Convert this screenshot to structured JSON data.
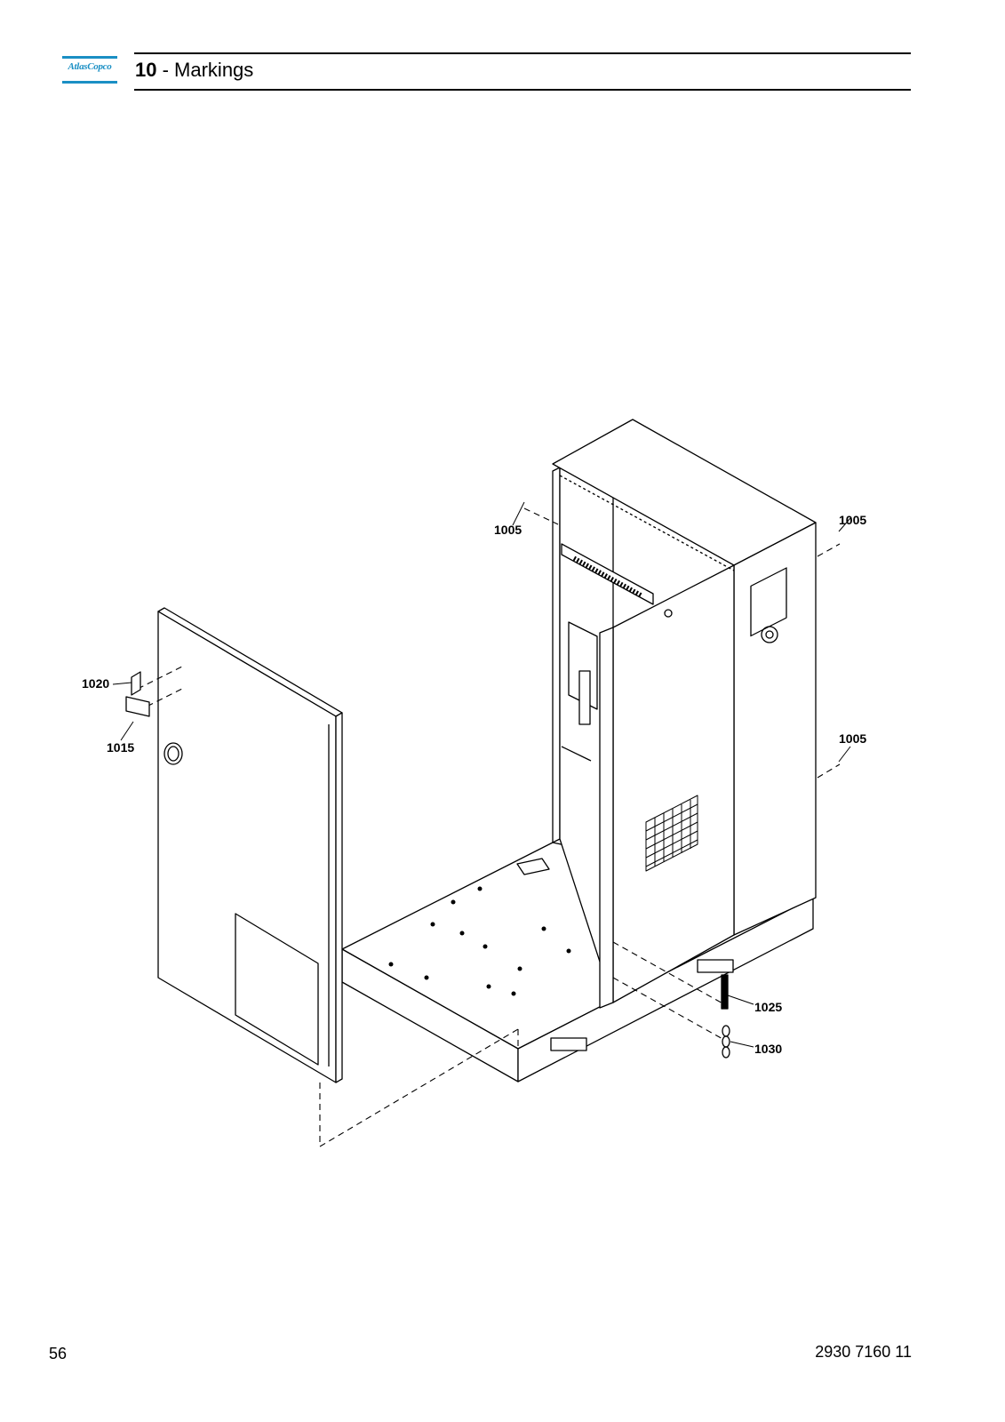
{
  "header": {
    "logo_text": "AtlasCopco",
    "chapter_number": "10",
    "chapter_separator": " - ",
    "chapter_title": "Markings"
  },
  "callouts": {
    "c1005_top_left": "1005",
    "c1005_top_right": "1005",
    "c1005_mid_right": "1005",
    "c1020": "1020",
    "c1015": "1015",
    "c1025": "1025",
    "c1030": "1030"
  },
  "footer": {
    "page_number": "56",
    "document_number": "2930 7160 11"
  }
}
